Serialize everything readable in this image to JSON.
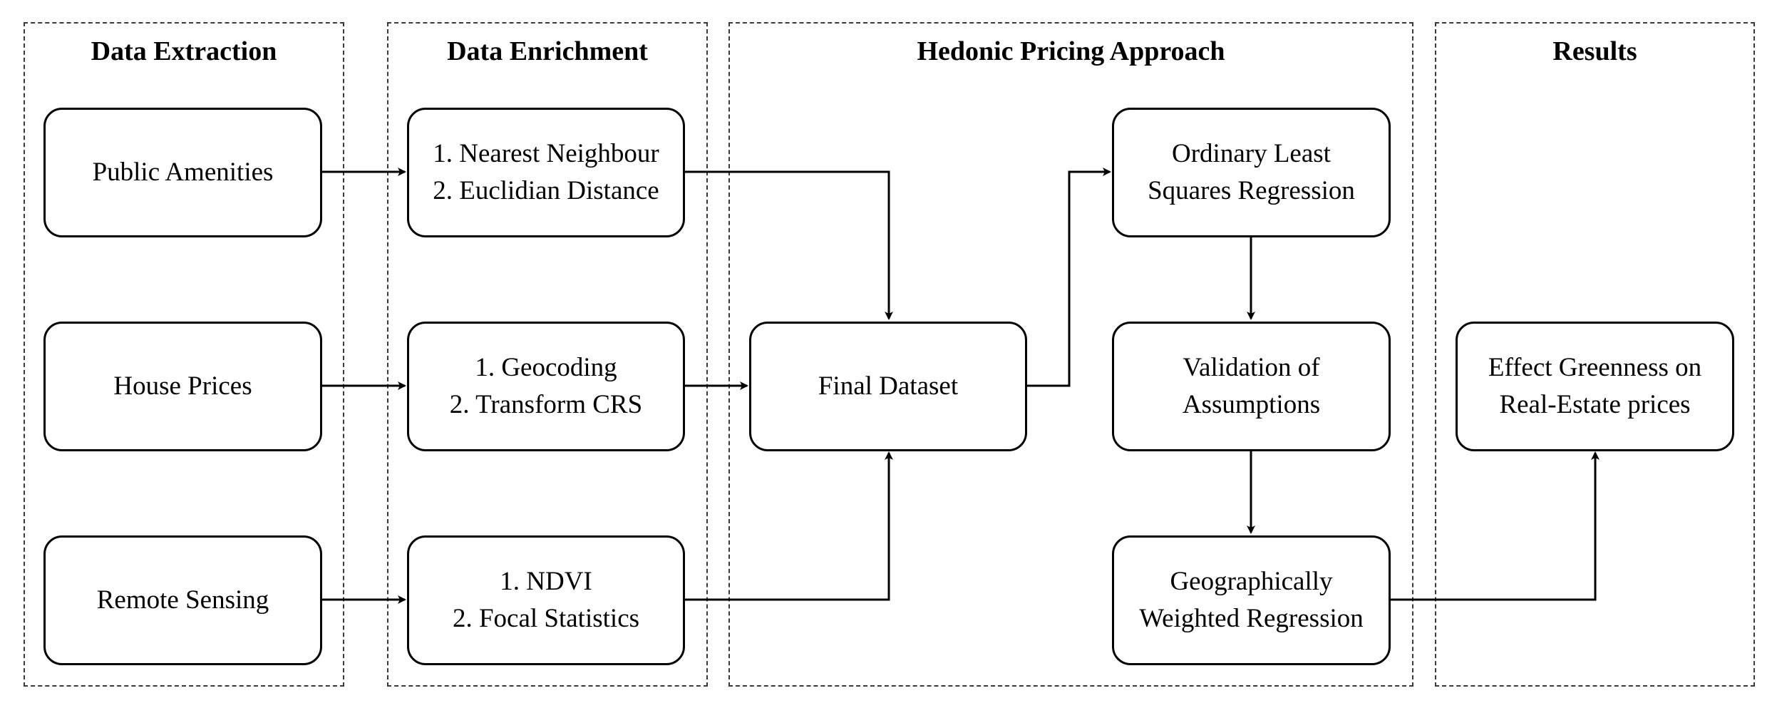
{
  "sections": {
    "extraction": {
      "title": "Data Extraction"
    },
    "enrichment": {
      "title": "Data Enrichment"
    },
    "hedonic": {
      "title": "Hedonic Pricing Approach"
    },
    "results": {
      "title": "Results"
    }
  },
  "nodes": {
    "public_amenities": {
      "lines": [
        "Public Amenities"
      ]
    },
    "house_prices": {
      "lines": [
        "House Prices"
      ]
    },
    "remote_sensing": {
      "lines": [
        "Remote Sensing"
      ]
    },
    "nearest_neighbour": {
      "lines": [
        "1. Nearest Neighbour",
        "2. Euclidian Distance"
      ]
    },
    "geocoding": {
      "lines": [
        "1. Geocoding",
        "2. Transform CRS"
      ]
    },
    "ndvi": {
      "lines": [
        "1. NDVI",
        "2. Focal Statistics"
      ]
    },
    "final_dataset": {
      "lines": [
        "Final Dataset"
      ]
    },
    "ols": {
      "lines": [
        "Ordinary Least",
        "Squares Regression"
      ]
    },
    "validation": {
      "lines": [
        "Validation of",
        "Assumptions"
      ]
    },
    "gwr": {
      "lines": [
        "Geographically",
        "Weighted Regression"
      ]
    },
    "effect": {
      "lines": [
        "Effect Greenness on",
        "Real-Estate prices"
      ]
    }
  },
  "colors": {
    "line": "#000000",
    "dashed_border": "#3a3a3a",
    "background": "#ffffff"
  }
}
